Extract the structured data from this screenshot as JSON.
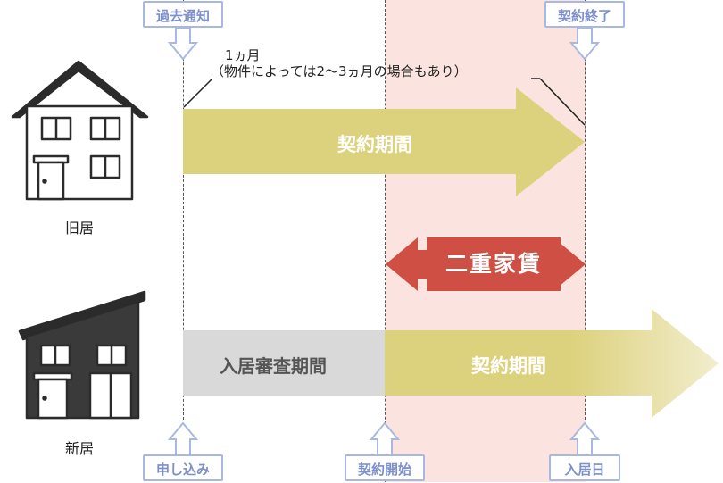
{
  "timeline": {
    "notice": "過去通知",
    "contract_end": "契約終了",
    "application": "申し込み",
    "contract_start": "契約開始",
    "move_in_date": "入居日"
  },
  "old_home": {
    "label": "旧居",
    "note_line1": "1ヵ月",
    "note_line2": "（物件によっては2〜3ヵ月の場合もあり）",
    "contract_period": "契約期間"
  },
  "new_home": {
    "label": "新居",
    "screening_period": "入居審査期間",
    "contract_period": "契約期間"
  },
  "double_rent": {
    "label": "二重家賃"
  },
  "colors": {
    "pink_zone": "#fbe3df",
    "olive_arrow": "#dcd17c",
    "gray_bar": "#d9d9d9",
    "red_arrow": "#cf4f44",
    "tag_border": "#a9b8e3",
    "tag_text": "#7d8fcc"
  }
}
